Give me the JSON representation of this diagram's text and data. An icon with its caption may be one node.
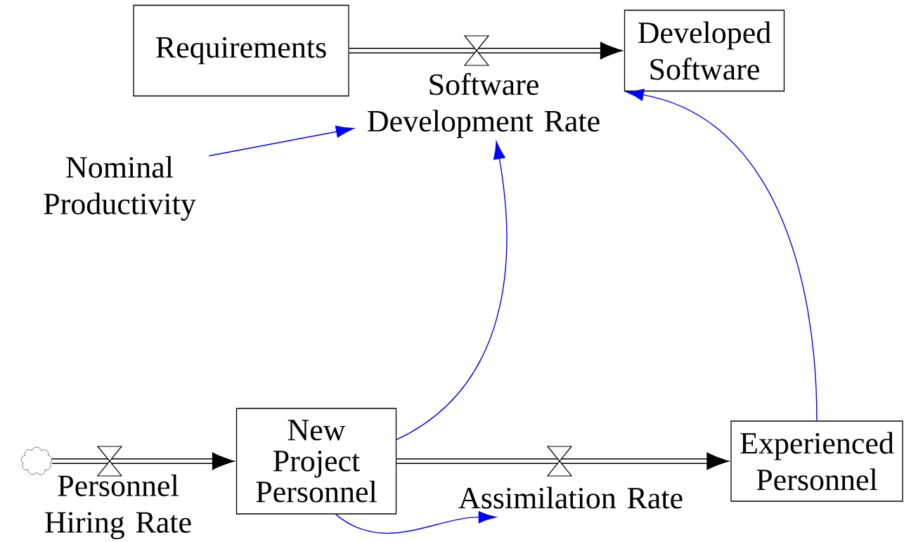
{
  "diagram": {
    "nodes": [
      {
        "text": [
          "Requirements"
        ]
      },
      {
        "text": [
          "Developed Software"
        ]
      },
      {
        "text": [
          "Software Development Rate"
        ]
      },
      {
        "text": [
          "Nominal Productivity"
        ]
      },
      {
        "text": [],
        "shape": "cloud"
      },
      {
        "text": [
          "Personnel Hiring Rate"
        ]
      },
      {
        "text": [
          "New Project Personnel"
        ]
      },
      {
        "text": [
          "Assimilation Rate"
        ]
      },
      {
        "text": [
          "Experienced Personnel"
        ]
      }
    ],
    "edges": [
      {
        "from": 0,
        "to": 1,
        "arrow": "to",
        "style": "thick",
        "color": "#000000"
      },
      {
        "from": 3,
        "to": 2,
        "arrow": "to"
      },
      {
        "from": 6,
        "to": 2,
        "arrow": "to"
      },
      {
        "from": 8,
        "to": 1,
        "arrow": "to"
      },
      {
        "from": 4,
        "to": 6,
        "arrow": "to",
        "style": "thick",
        "color": "#000000"
      },
      {
        "from": 6,
        "to": 8,
        "arrow": "to",
        "style": "thick",
        "color": "#000000"
      },
      {
        "from": 6,
        "to": 7,
        "arrow": "to"
      }
    ]
  }
}
